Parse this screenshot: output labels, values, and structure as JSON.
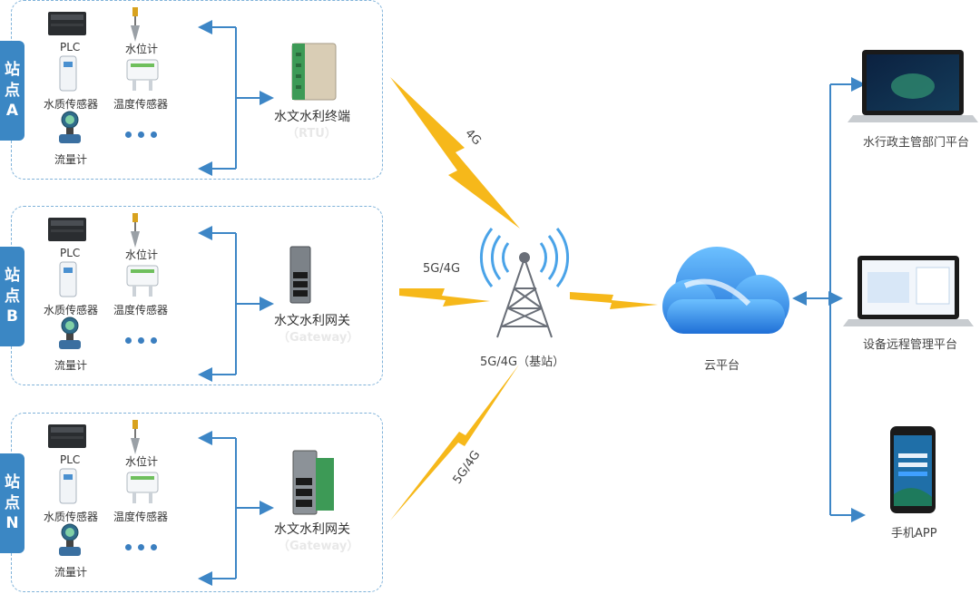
{
  "stations": [
    {
      "tab": [
        "站",
        "点",
        "A"
      ],
      "devices": {
        "plc": "PLC",
        "level": "水位计",
        "quality": "水质传感器",
        "temp": "温度传感器",
        "flow": "流量计"
      },
      "terminal": {
        "name": "水文水利终端",
        "sub": "（RTU）"
      }
    },
    {
      "tab": [
        "站",
        "点",
        "B"
      ],
      "devices": {
        "plc": "PLC",
        "level": "水位计",
        "quality": "水质传感器",
        "temp": "温度传感器",
        "flow": "流量计"
      },
      "terminal": {
        "name": "水文水利网关",
        "sub": "（Gateway）"
      }
    },
    {
      "tab": [
        "站",
        "点",
        "N"
      ],
      "devices": {
        "plc": "PLC",
        "level": "水位计",
        "quality": "水质传感器",
        "temp": "温度传感器",
        "flow": "流量计"
      },
      "terminal": {
        "name": "水文水利网关",
        "sub": "（Gateway）"
      }
    }
  ],
  "links": {
    "a": "4G",
    "b": "5G/4G",
    "n": "5G/4G"
  },
  "base_station": "5G/4G（基站）",
  "cloud": "云平台",
  "platforms": [
    {
      "label": "水行政主管部门平台"
    },
    {
      "label": "设备远程管理平台"
    },
    {
      "label": "手机APP"
    }
  ],
  "colors": {
    "accent": "#3b87c4",
    "arrow": "#3d86c6",
    "bolt": "#f6b81a",
    "cloud": "#2f8fe0",
    "dashed": "#7fb2d9"
  }
}
